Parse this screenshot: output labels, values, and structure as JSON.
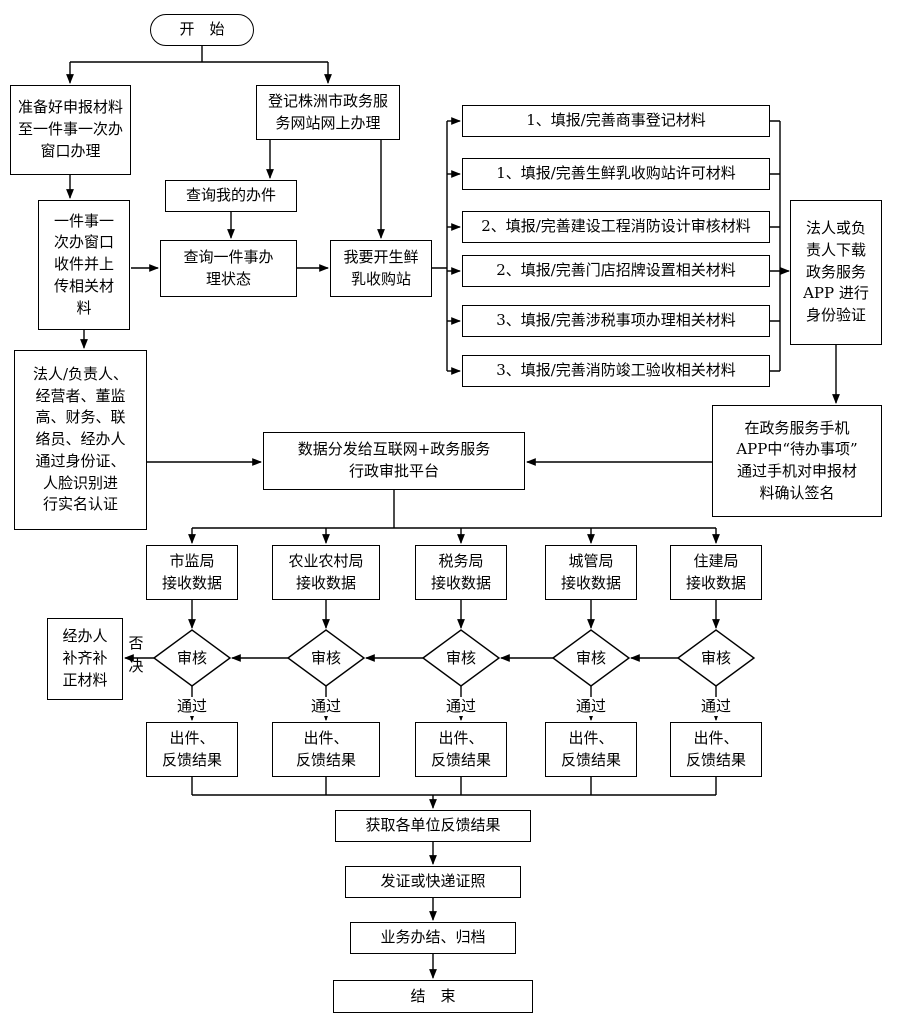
{
  "diagram": {
    "start": "开　始",
    "prepare": "准备好申报材料\n至一件事一次办\n窗口办理",
    "register": "登记株洲市政务服\n务网站网上办理",
    "query_my": "查询我的办件",
    "query_status": "查询一件事办\n理状态",
    "open_station": "我要开生鲜\n乳收购站",
    "window_receive": "一件事一\n次办窗口\n收件并上\n传相关材\n料",
    "legal_auth": "法人/负责人、\n经营者、董监\n高、财务、联\n络员、经办人\n通过身份证、\n人脸识别进\n行实名认证",
    "materials": [
      "1、填报/完善商事登记材料",
      "1、填报/完善生鲜乳收购站许可材料",
      "2、填报/完善建设工程消防设计审核材料",
      "2、填报/完善门店招牌设置相关材料",
      "3、填报/完善涉税事项办理相关材料",
      "3、填报/完善消防竣工验收相关材料"
    ],
    "legal_download": "法人或负\n责人下载\n政务服务\nAPP 进行\n身份验证",
    "app_confirm": "在政务服务手机\nAPP中“待办事项”\n通过手机对申报材\n料确认签名",
    "data_distribute": "数据分发给互联网+政务服务\n行政审批平台",
    "departments": [
      "市监局\n接收数据",
      "农业农村局\n接收数据",
      "税务局\n接收数据",
      "城管局\n接收数据",
      "住建局\n接收数据"
    ],
    "review": "审核",
    "pass": "通过",
    "reject": "否决",
    "supplement": "经办人\n补齐补\n正材料",
    "result": "出件、\n反馈结果",
    "collect": "获取各单位反馈结果",
    "issue_cert": "发证或快递证照",
    "archive": "业务办结、归档",
    "end": "结　束"
  }
}
